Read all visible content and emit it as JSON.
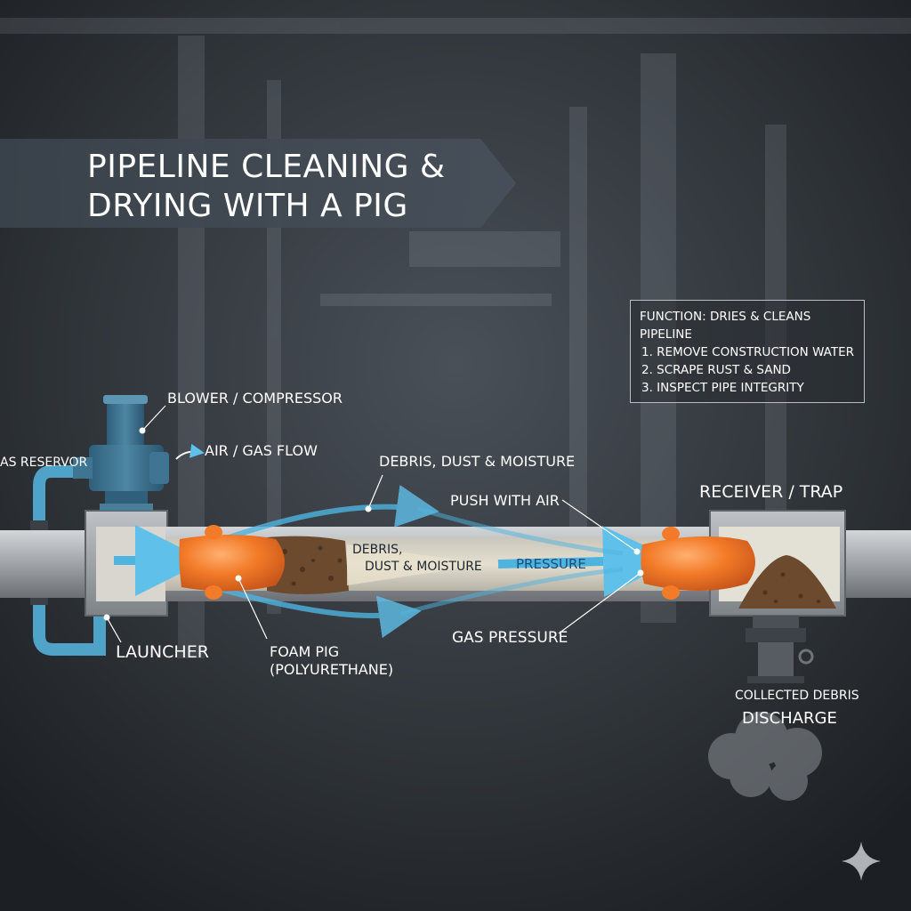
{
  "title": {
    "line1": "PIPELINE CLEANING &",
    "line2": "DRYING WITH A PIG"
  },
  "function_box": {
    "heading_line1": "FUNCTION: DRIES & CLEANS",
    "heading_line2": "PIPELINE",
    "items": [
      "1. REMOVE CONSTRUCTION WATER",
      "2. SCRAPE RUST & SAND",
      "3. INSPECT PIPE INTEGRITY"
    ]
  },
  "labels": {
    "gas_reservoir": "AS RESERVOR",
    "blower": "BLOWER / COMPRESSOR",
    "air_gas_flow": "AIR / GAS FLOW",
    "debris_top": "DEBRIS, DUST & MOISTURE",
    "push_with_air": "PUSH WITH AIR",
    "receiver": "RECEIVER / TRAP",
    "debris_inline_1": "DEBRIS,",
    "debris_inline_2": "DUST & MOISTURE",
    "pressure": "PRESSURE",
    "launcher": "LAUNCHER",
    "foam_pig_1": "FOAM PIG",
    "foam_pig_2": "(POLYURETHANE)",
    "gas_pressure": "GAS PRESSURE",
    "collected_debris": "COLLECTED DEBRIS",
    "discharge": "DISCHARGE"
  },
  "colors": {
    "background": "#2a2e33",
    "pipe": "#a9adb2",
    "foam_pig": "#f07a2a",
    "flow_arrow": "#4fb3e0",
    "debris": "#6b4a2e",
    "title_banner": "#3e464f"
  },
  "icons": {
    "flow_arrow": "curved-arrow-icon",
    "sparkle": "sparkle-icon"
  }
}
